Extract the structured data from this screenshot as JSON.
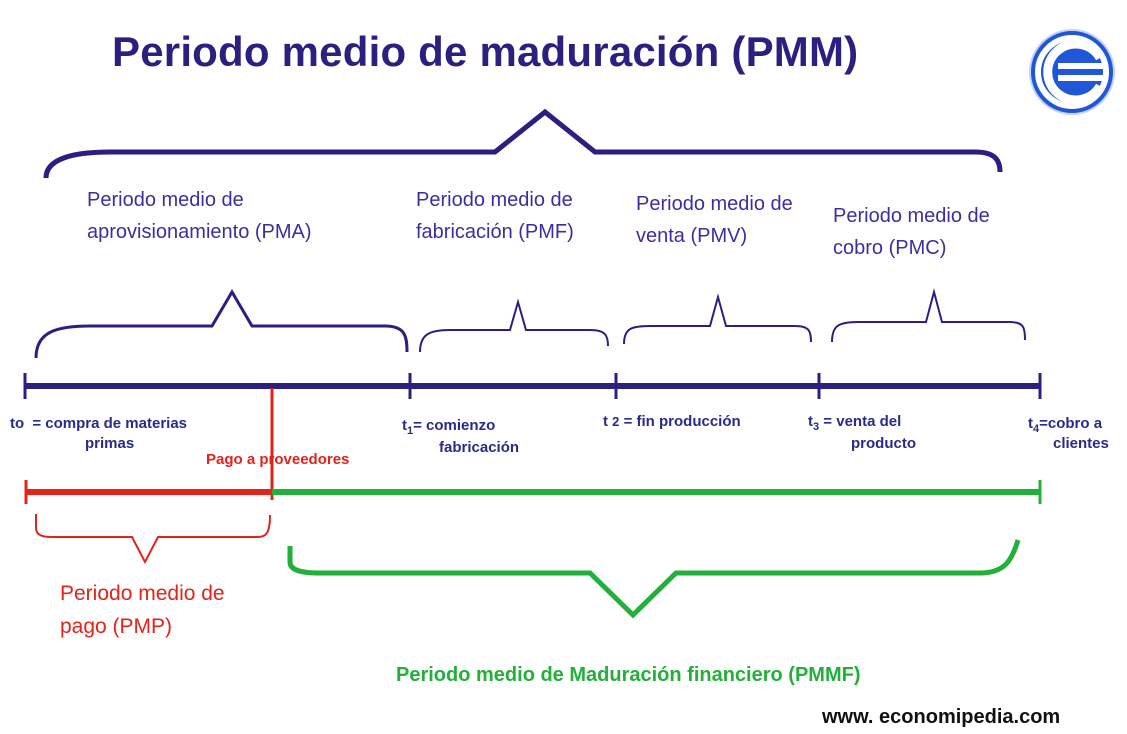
{
  "title": "Periodo medio de maduración (PMM)",
  "segments": [
    {
      "name": "Periodo medio de aprovisionamiento (PMA)"
    },
    {
      "name": "Periodo medio de fabricación  (PMF)"
    },
    {
      "name": "Periodo medio de venta (PMV)"
    },
    {
      "name": "Periodo medio de cobro (PMC)"
    }
  ],
  "timeline": [
    {
      "label": "t",
      "sub": "o",
      "desc": "= compra de materias",
      "desc2": "primas"
    },
    {
      "label": "t",
      "sub": "1",
      "desc": "= comienzo",
      "desc2": "fabricación"
    },
    {
      "label": "t",
      "sub": "2",
      "desc": "= fin producción",
      "desc2": ""
    },
    {
      "label": "t",
      "sub": "3",
      "desc": "= venta del",
      "desc2": "producto"
    },
    {
      "label": "t",
      "sub": "4",
      "desc": "=cobro a",
      "desc2": "clientes"
    }
  ],
  "payment_label": "Pago a proveedores",
  "pmp_label": "Periodo medio de pago (PMP)",
  "pmmf_label": "Periodo medio de Maduración financiero (PMMF)",
  "website": "www. economipedia.com",
  "logo": "economipedia-logo",
  "colors": {
    "navy": "#2b1f7f",
    "red": "#e2231a",
    "green": "#22b03a",
    "logo_blue": "#1f57d6"
  }
}
